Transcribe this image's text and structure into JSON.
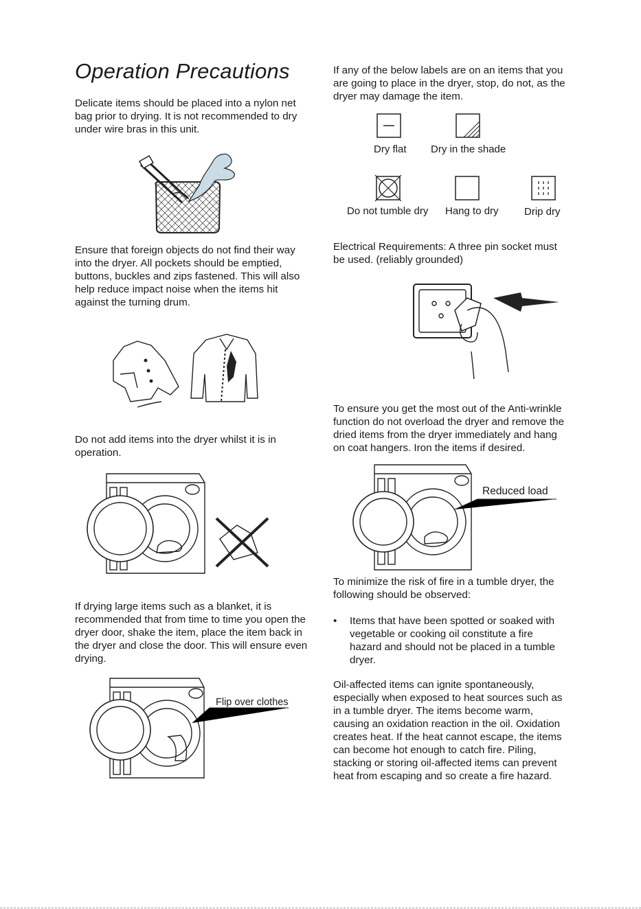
{
  "title": "Operation Precautions",
  "left": {
    "p1": "Delicate items should be placed into a nylon net bag prior to drying. It is not recommended to dry under wire bras in this unit.",
    "p2": "Ensure that foreign objects do not find  their way into the dryer. All pockets should be emptied, buttons, buckles and zips fastened. This will also help reduce impact noise when the items hit against the turning drum.",
    "p3": "Do not add items into the dryer whilst it is in operation.",
    "p4": "If drying large items such as a blanket, it is recommended that from time to time you open the dryer door, shake the item, place the item back in the dryer and close the door. This will ensure even drying.",
    "flip_label": "Flip over clothes"
  },
  "right": {
    "p1": "If any of the below labels are on an items that you are going to place in the dryer, stop, do not, as the dryer may damage the item.",
    "labels": [
      "Dry flat",
      "Dry in the shade",
      "Do not tumble dry",
      "Hang to dry",
      "Drip dry"
    ],
    "p2": "Electrical Requirements: A three pin socket must be used. (reliably grounded)",
    "p3": "To ensure you get the most out of the Anti-wrinkle function do not overload the dryer and remove the dried items from the dryer immediately and hang on coat hangers. Iron the items if desired.",
    "reduced_label": "Reduced load",
    "p4": "To minimize the risk of fire in a tumble dryer, the following should be observed:",
    "bullet": "Items that have been spotted or soaked with vegetable or cooking oil constitute a fire hazard and should not be placed in a tumble dryer.",
    "p5": "Oil-affected items can ignite spontaneously, especially when exposed to heat sources such as in a tumble dryer. The items become warm, causing an oxidation reaction in the oil. Oxidation creates heat. If the heat cannot escape, the items can become hot enough to catch fire. Piling, stacking or storing oil-affected items can prevent heat from escaping and so create a fire hazard."
  }
}
